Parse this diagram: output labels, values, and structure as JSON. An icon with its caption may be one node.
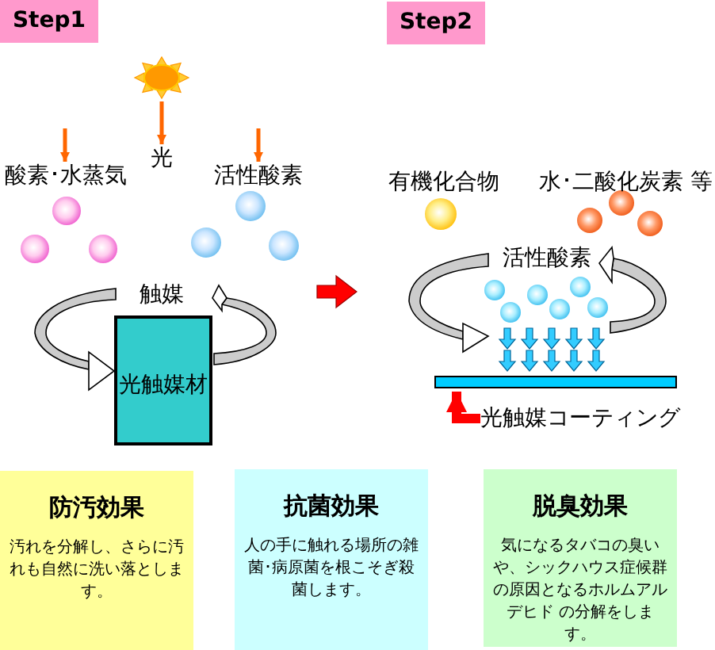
{
  "diagram": {
    "nodes": [
      {
        "text": [
          "Step1"
        ]
      },
      {
        "text": [
          "Step2"
        ]
      },
      {
        "text": [],
        "shape": "picture"
      },
      {
        "text": [
          "光"
        ]
      },
      {
        "text": [
          "酸素･水蒸気"
        ]
      },
      {
        "text": [
          "活性酸素"
        ]
      },
      {
        "text": [
          "触媒"
        ]
      },
      {
        "text": [
          "光触媒材"
        ]
      },
      {
        "text": [
          "有機化合物"
        ]
      },
      {
        "text": [
          "水･二酸化炭素 等"
        ]
      },
      {
        "text": [
          "活性酸素"
        ]
      },
      {
        "text": [],
        "shape": "bar"
      },
      {
        "text": [
          "光触媒コーティング"
        ]
      },
      {
        "text": [
          "防汚効果",
          "汚れを分解し、さらに汚れも自然に洗い落とします。"
        ]
      },
      {
        "text": [
          "抗菌効果",
          "人の手に触れる場所の雑菌･病原菌を根こそぎ殺菌します。"
        ]
      },
      {
        "text": [
          "脱臭効果",
          "気になるタバコの臭いや、シックハウス症候群の原因となるホルムアルデヒド の分解をします。"
        ]
      }
    ],
    "edges": [
      {
        "from": 2,
        "to": 3,
        "arrow": "to"
      },
      {
        "from": null,
        "to": 4,
        "arrow": "to"
      },
      {
        "from": null,
        "to": 5,
        "arrow": "to"
      },
      {
        "from": 12,
        "to": 11,
        "arrow": "to",
        "style": "thick",
        "color": "#ff0000"
      }
    ]
  }
}
